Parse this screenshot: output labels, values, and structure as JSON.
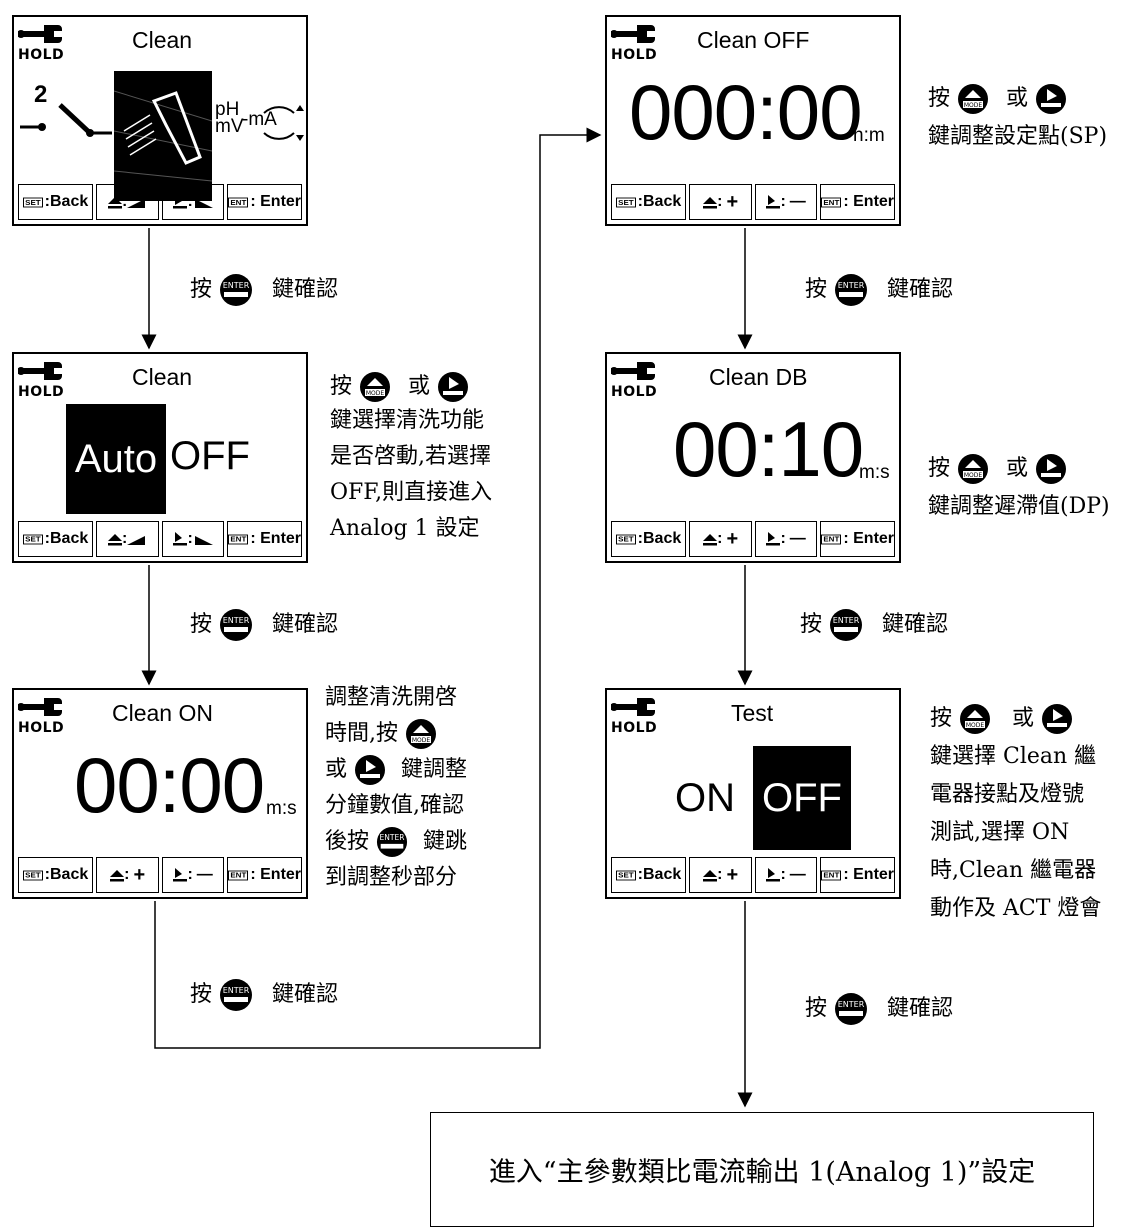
{
  "screens": {
    "s1": {
      "hold": "HOLD",
      "title": "Clean",
      "channel": "2",
      "ph": "pH",
      "mv": "mV",
      "ma": "-mA"
    },
    "s2": {
      "hold": "HOLD",
      "title": "Clean",
      "opt_selected": "Auto",
      "opt_other": "OFF"
    },
    "s3": {
      "hold": "HOLD",
      "title": "Clean ON",
      "value": "00:00",
      "unit": "m:s"
    },
    "s4": {
      "hold": "HOLD",
      "title": "Clean OFF",
      "value": "000:00",
      "unit": "h:m"
    },
    "s5": {
      "hold": "HOLD",
      "title": "Clean DB",
      "value": "00:10",
      "unit": "m:s"
    },
    "s6": {
      "hold": "HOLD",
      "title": "Test",
      "opt_other": "ON",
      "opt_selected": "OFF"
    }
  },
  "keys": {
    "set_badge": "SET",
    "back": ":Back",
    "ent_badge": "ENT",
    "enter": ": Enter",
    "colon": ":",
    "plus": "+",
    "minus": "—"
  },
  "key_icons": {
    "enter": "ENTER",
    "mode": "MODE"
  },
  "notes": {
    "press": "按",
    "confirm": "鍵確認",
    "or": "或",
    "n2": [
      "鍵選擇清洗功能",
      "是否啓動,若選擇",
      "OFF,則直接進入",
      "Analog 1 設定"
    ],
    "n3": [
      "調整清洗開啓",
      "時間,按",
      "或",
      "鍵調整",
      "分鐘數值,確認",
      "後按",
      "鍵跳",
      "到調整秒部分"
    ],
    "n4": [
      "鍵調整設定點(SP)"
    ],
    "n5": [
      "鍵調整遲滯值(DP)"
    ],
    "n6": [
      "鍵選擇 Clean 繼",
      "電器接點及燈號",
      "測試,選擇 ON",
      "時,Clean 繼電器",
      "動作及 ACT 燈會"
    ]
  },
  "final": "進入“主參數類比電流輸出 1(Analog 1)”設定"
}
